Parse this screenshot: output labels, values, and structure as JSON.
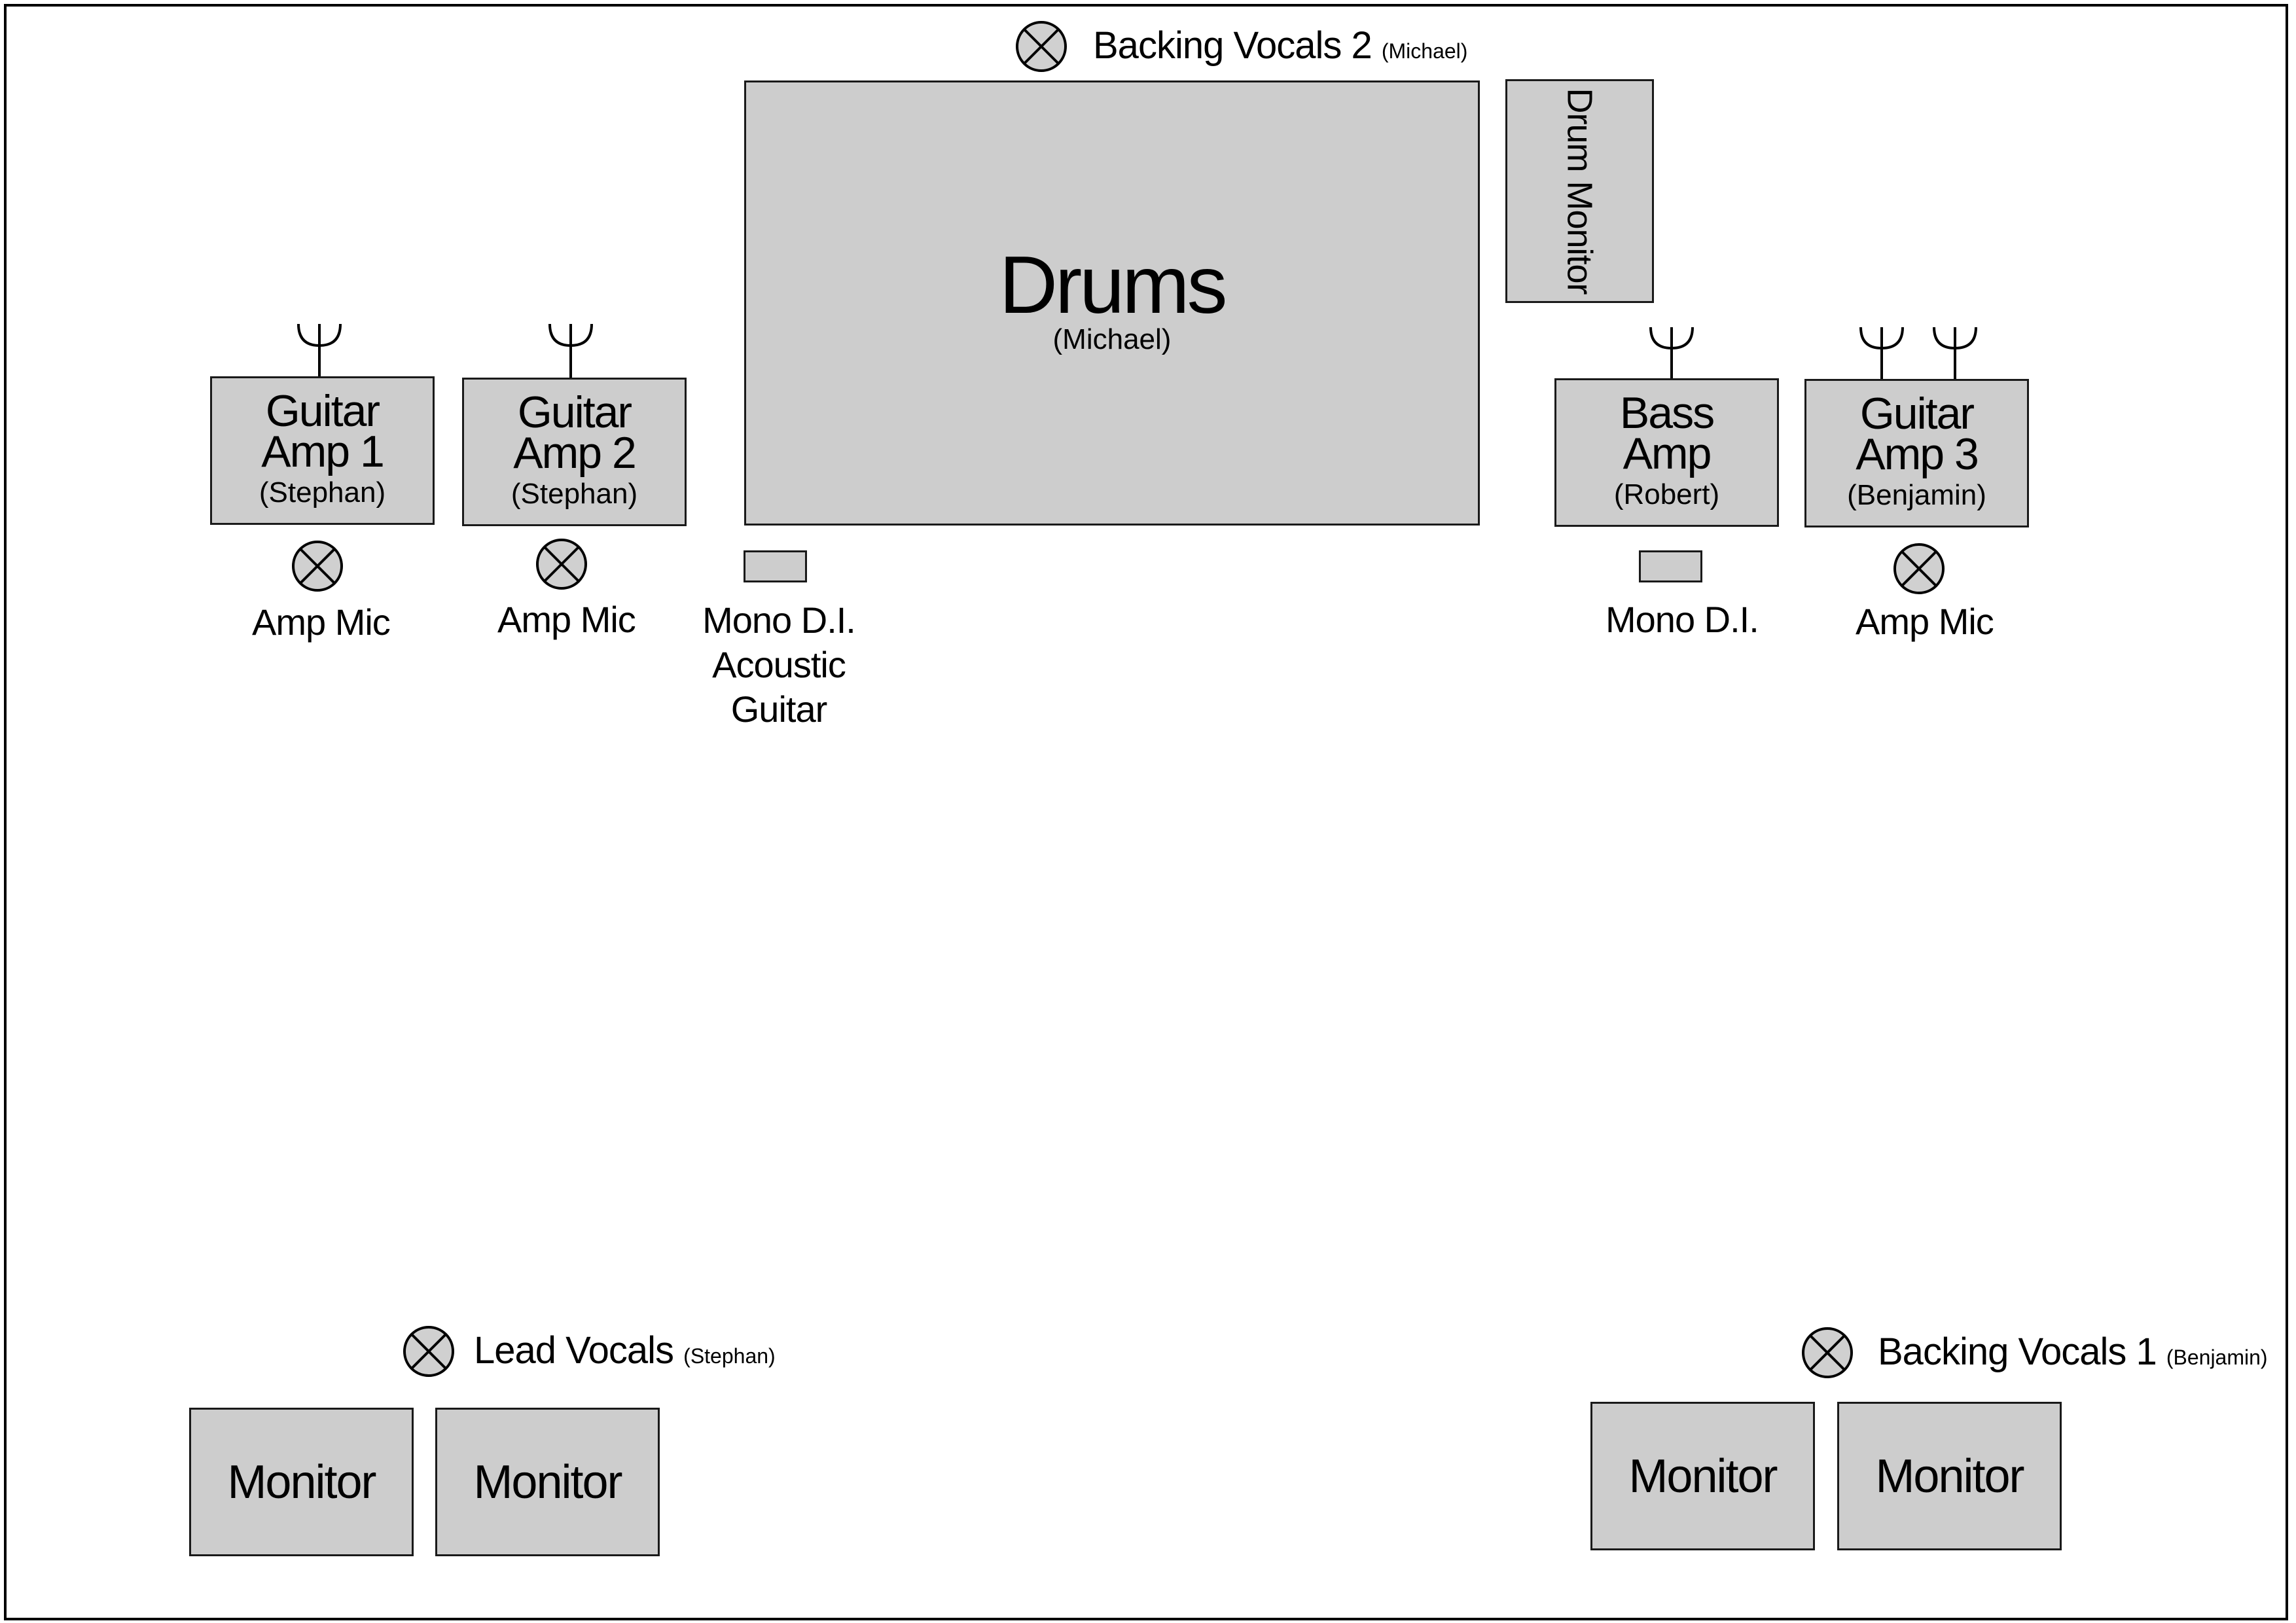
{
  "drums": {
    "title": "Drums",
    "player": "(Michael)"
  },
  "drum_monitor": {
    "label": "Drum Monitor"
  },
  "backing_vocals_2": {
    "label": "Backing Vocals 2",
    "player": "(Michael)"
  },
  "guitar_amp_1": {
    "line1": "Guitar",
    "line2": "Amp 1",
    "player": "(Stephan)",
    "mic_label": "Amp Mic"
  },
  "guitar_amp_2": {
    "line1": "Guitar",
    "line2": "Amp 2",
    "player": "(Stephan)",
    "mic_label": "Amp Mic"
  },
  "bass_amp": {
    "line1": "Bass",
    "line2": "Amp",
    "player": "(Robert)"
  },
  "guitar_amp_3": {
    "line1": "Guitar",
    "line2": "Amp 3",
    "player": "(Benjamin)",
    "mic_label": "Amp Mic"
  },
  "di_acoustic": {
    "line1": "Mono D.I.",
    "line2": "Acoustic",
    "line3": "Guitar"
  },
  "di_bass": {
    "label": "Mono D.I."
  },
  "lead_vocals": {
    "label": "Lead Vocals",
    "player": "(Stephan)"
  },
  "backing_vocals_1": {
    "label": "Backing Vocals 1",
    "player": "(Benjamin)"
  },
  "monitors": {
    "label": "Monitor"
  },
  "colors": {
    "fill": "#cdcdcd",
    "stroke": "#1a1a1a",
    "mic_fill": "#d0d0d0"
  },
  "icons": {
    "mic": "mic-x-circle-icon",
    "wedge": "wedge-psi-icon"
  }
}
